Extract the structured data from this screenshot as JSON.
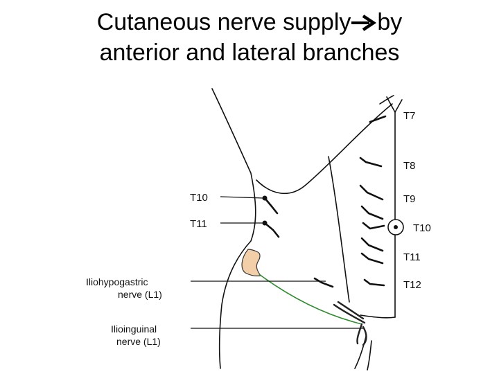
{
  "title": {
    "line1_part1": "Cutaneous nerve supply",
    "line1_part2": "by",
    "line2": "anterior and lateral branches"
  },
  "icons": {
    "title_arrow": "right-arrow-icon",
    "umbilicus": "umbilicus-circle-icon"
  },
  "colors": {
    "outline": "#111111",
    "ilioinguinal_nerve": "#2e8b2e",
    "iliac_crest_patch": "#f2cfa8"
  },
  "diagram": {
    "right_labels": [
      "T7",
      "T8",
      "T9",
      "T10",
      "T11",
      "T12"
    ],
    "left_labels": {
      "t10": "T10",
      "t11": "T11",
      "iliohypogastric_line1": "Iliohypogastric",
      "iliohypogastric_line2": "nerve (L1)",
      "ilioinguinal_line1": "Ilioinguinal",
      "ilioinguinal_line2": "nerve (L1)"
    }
  }
}
